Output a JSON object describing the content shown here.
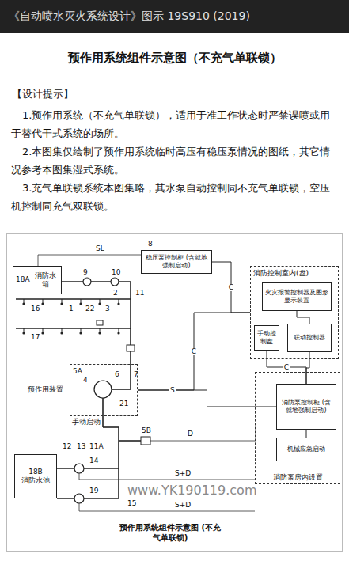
{
  "diagram": {
    "title": "预作用系统组件示意图（不充气单联锁）",
    "caption": "预作用系统组件示意图 (不充气单联锁)",
    "nodes": [
      {
        "text": [
          "18A",
          "消防水箱"
        ]
      },
      {
        "text": [
          "稳压泵控制柜 (含就地强制启动)"
        ]
      },
      {
        "text": [
          "消防控制室内(盘)"
        ]
      },
      {
        "text": [
          "火灾报警控制器及图形显示装置"
        ],
        "in": 2
      },
      {
        "text": [
          "手动控制盘"
        ],
        "in": 2
      },
      {
        "text": [
          "联动控制器"
        ],
        "in": 2
      },
      {
        "text": [
          "5A",
          "预作用装置"
        ]
      },
      {
        "text": [
          "消防泵房内设置"
        ]
      },
      {
        "text": [
          "消防泵控制柜 (含就地强制启动)"
        ],
        "in": 7
      },
      {
        "text": [
          "机械应急启动"
        ],
        "in": 7
      },
      {
        "text": [
          "18B",
          "消防水池"
        ]
      }
    ],
    "edges": [
      {
        "from": 1,
        "to": 2,
        "arrow": "none",
        "label": "C"
      },
      {
        "from": 3,
        "to": 5,
        "arrow": "none"
      },
      {
        "from": 4,
        "to": 8,
        "arrow": "none",
        "label": "C"
      },
      {
        "from": 5,
        "to": 8,
        "arrow": "none"
      },
      {
        "from": 6,
        "to": 2,
        "arrow": "none",
        "label": "C"
      },
      {
        "from": 6,
        "to": 8,
        "arrow": "none",
        "label": "S"
      },
      {
        "from": 9,
        "to": 8,
        "arrow": "none"
      }
    ],
    "labels": [
      "《自动喷水灭火系统设计》图示 19S910 (2019)",
      "【设计提示】",
      "1.预作用系统（不充气单联锁），适用于准工作状态时严禁误喷或用于替代干式系统的场所。",
      "2.本图集仅绘制了预作用系统临时高压有稳压泵情况的图纸，其它情况参考本图集湿式系统。",
      "3.充气单联锁系统本图集略，其水泵自动控制同不充气单联锁，空压机控制同充气双联锁。",
      "9",
      "10",
      "11",
      "16",
      "1",
      "22",
      "3",
      "2",
      "17",
      "4",
      "6",
      "7",
      "21",
      "手动启动",
      "12",
      "13",
      "11A",
      "14",
      "19",
      "15",
      "5B",
      "8",
      "SL",
      "D",
      "S+D",
      "S+D",
      "www.YK190119.com"
    ]
  }
}
